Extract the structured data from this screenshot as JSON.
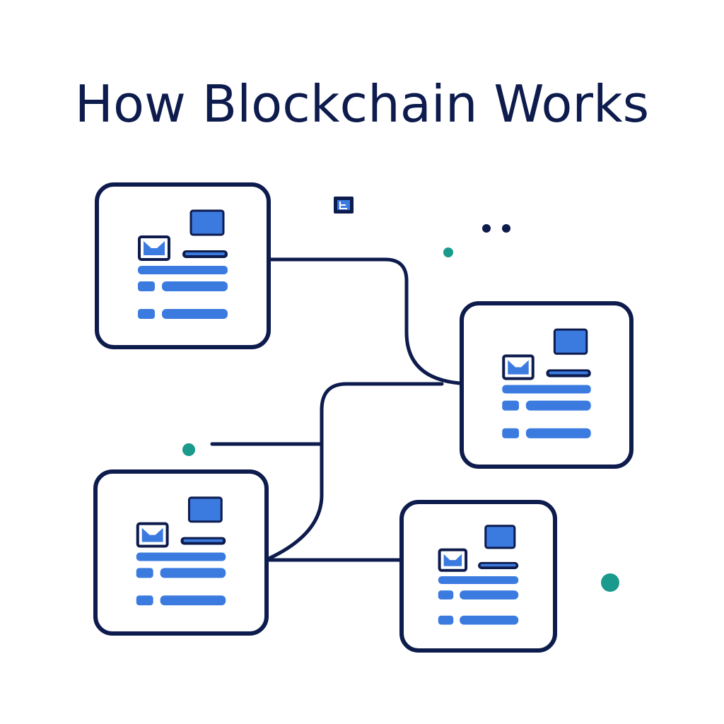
{
  "title": "How Blockchain Works",
  "colors": {
    "navy": "#0d1b4d",
    "blue": "#3b7be0",
    "teal": "#1a9a8c",
    "white": "#ffffff"
  },
  "icons": {
    "block": "document-block-icon",
    "folder": "folder-icon",
    "square": "square-icon",
    "small_square": "small-square-icon",
    "dot": "dot-icon"
  },
  "blocks": [
    {
      "id": "block-1"
    },
    {
      "id": "block-2"
    },
    {
      "id": "block-3"
    },
    {
      "id": "block-4"
    }
  ]
}
